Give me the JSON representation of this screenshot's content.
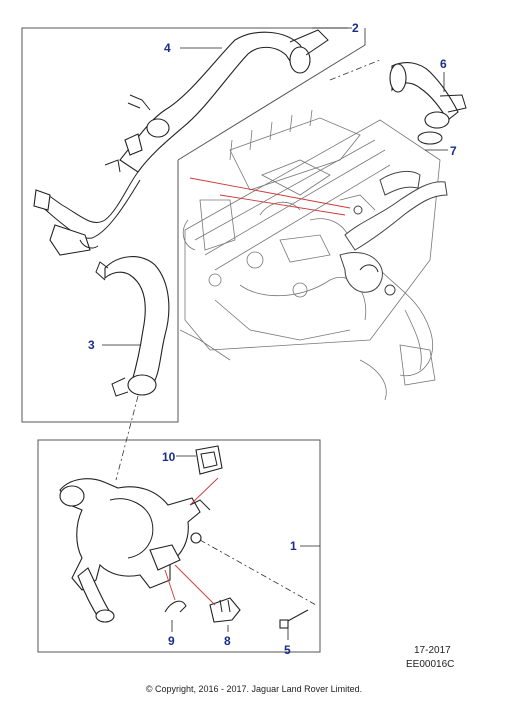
{
  "callouts": [
    {
      "id": "1",
      "label": "1"
    },
    {
      "id": "2",
      "label": "2"
    },
    {
      "id": "3",
      "label": "3"
    },
    {
      "id": "4",
      "label": "4"
    },
    {
      "id": "5",
      "label": "5"
    },
    {
      "id": "6",
      "label": "6"
    },
    {
      "id": "7",
      "label": "7"
    },
    {
      "id": "8",
      "label": "8"
    },
    {
      "id": "9",
      "label": "9"
    },
    {
      "id": "10",
      "label": "10"
    }
  ],
  "footer": {
    "year_code": "17-2017",
    "illustration_code": "EE00016C",
    "copyright": "© Copyright, 2016 - 2017. Jaguar Land Rover Limited."
  },
  "colors": {
    "callout": "#1a2d8c",
    "leader_red": "#cc3a3a",
    "line": "#222222"
  }
}
